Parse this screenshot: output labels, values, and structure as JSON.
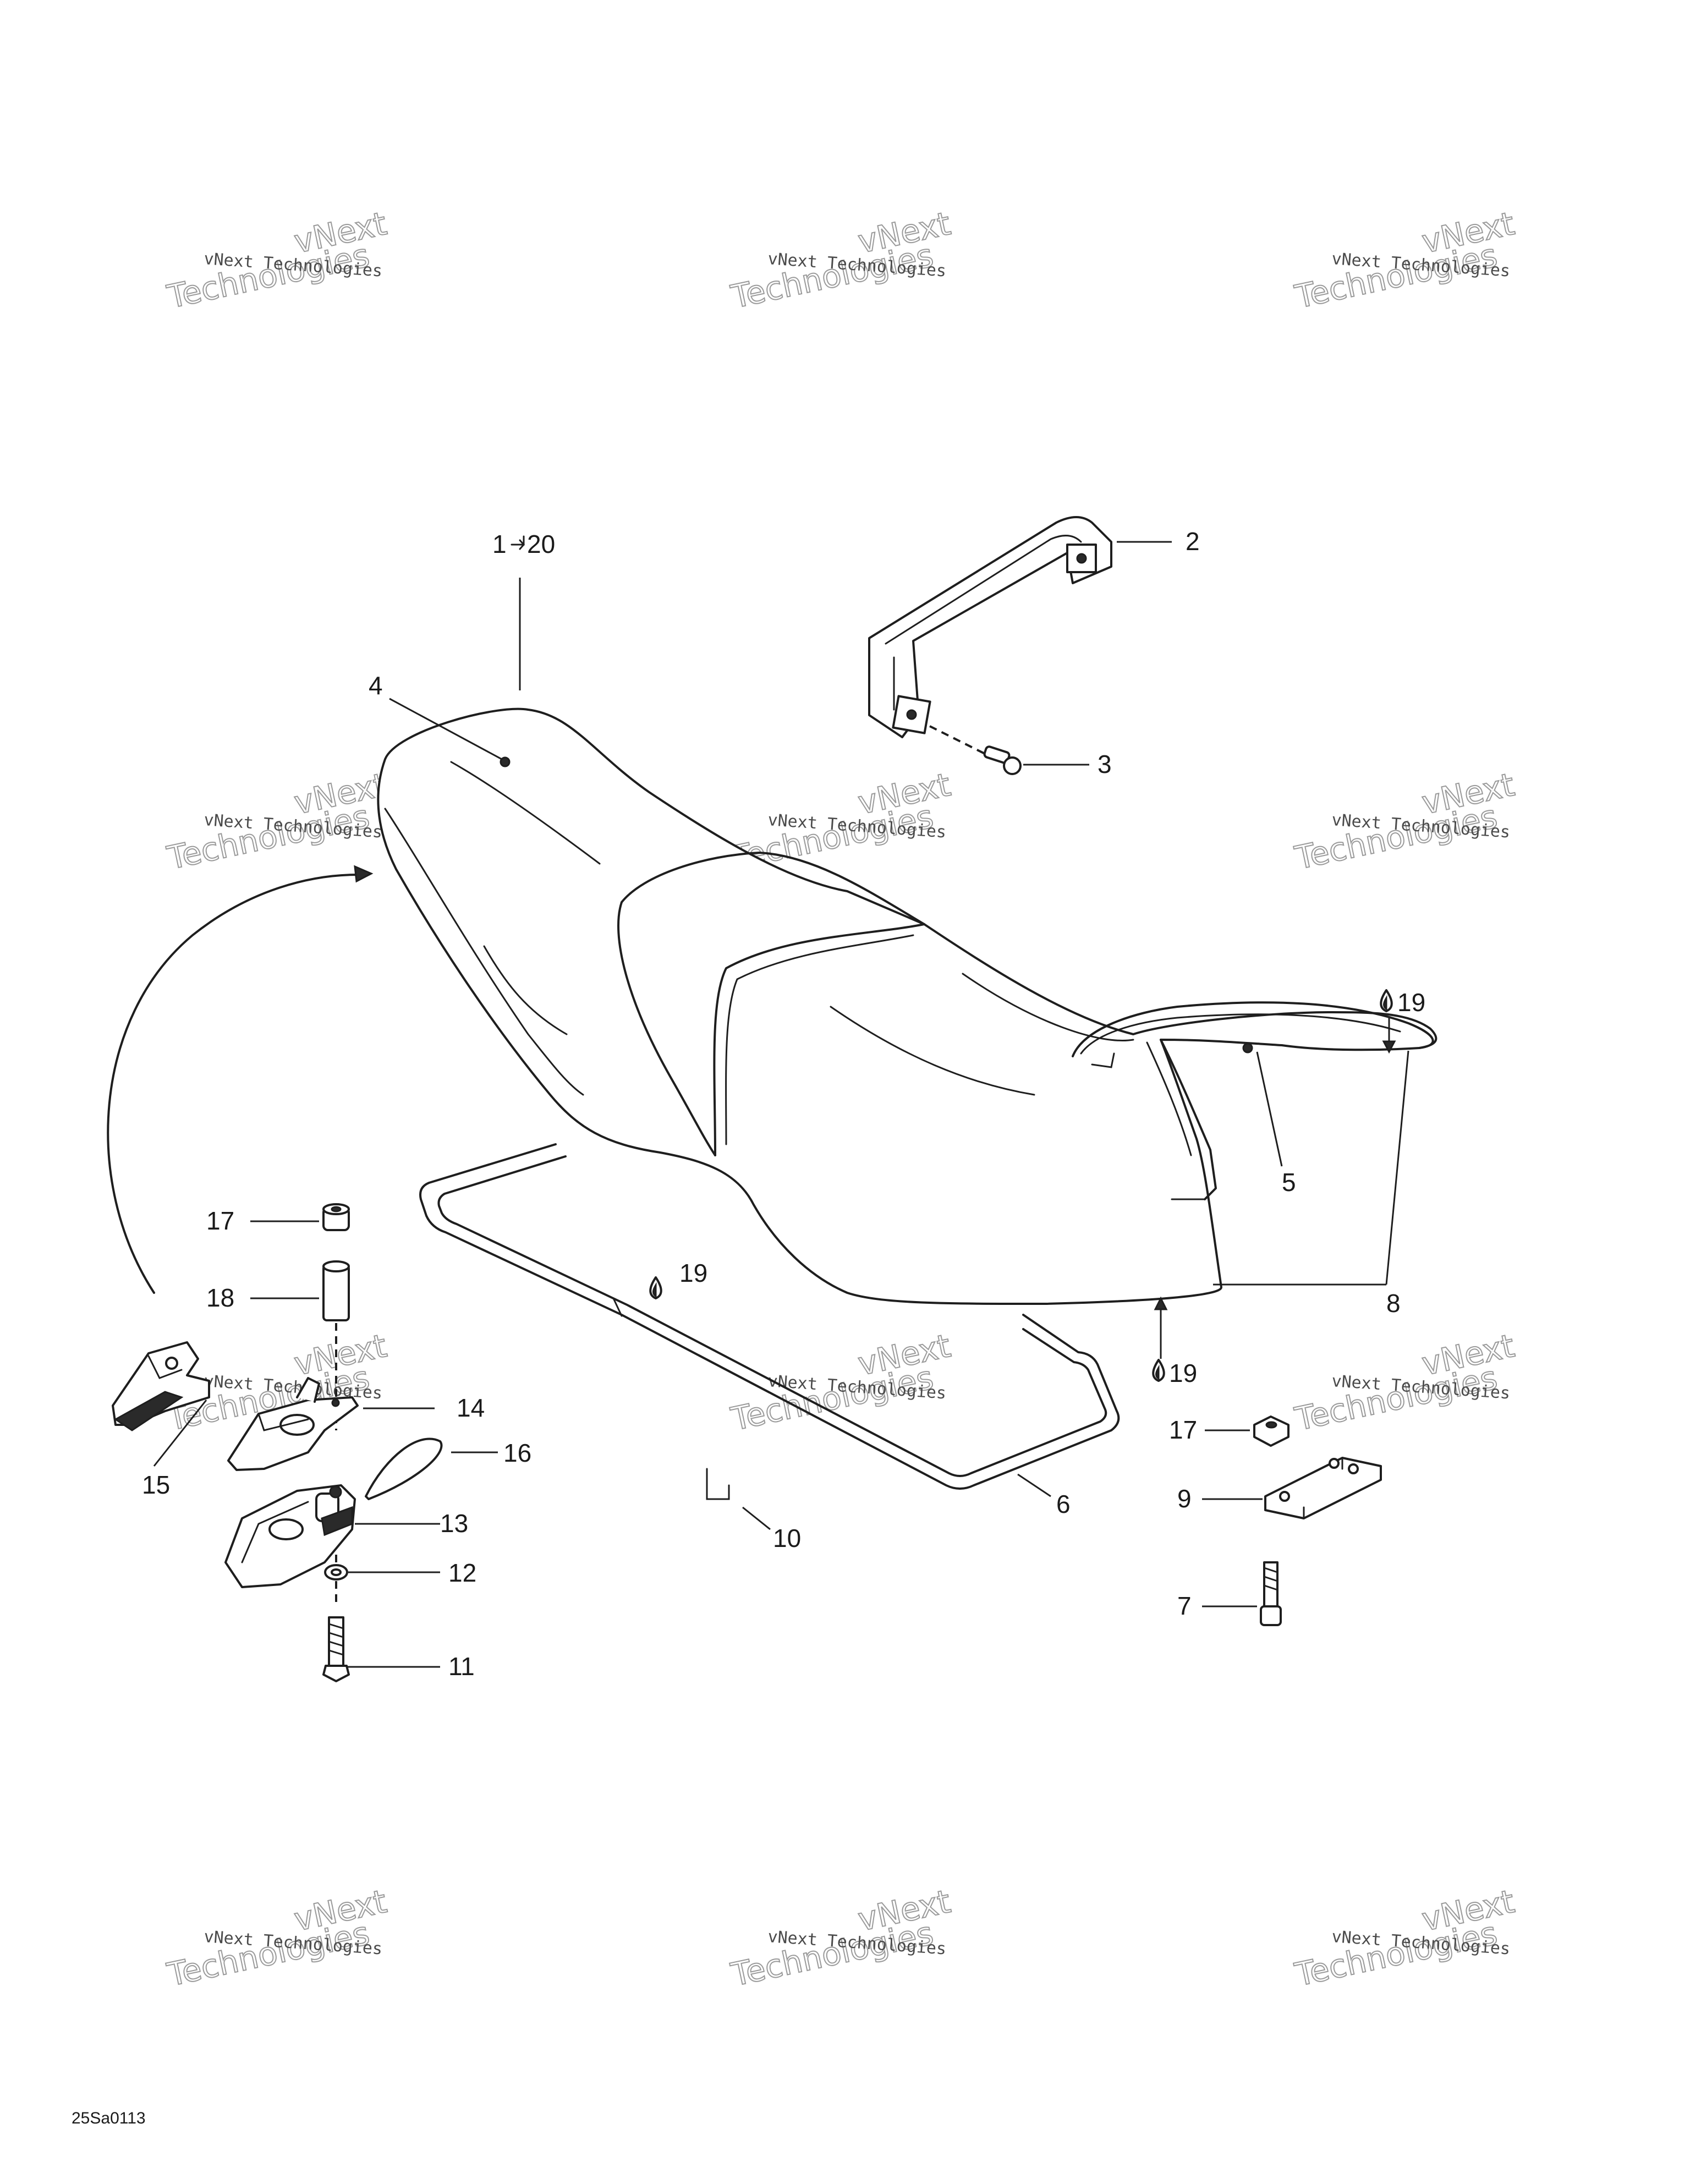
{
  "callouts": {
    "c1": "1",
    "c1_ref": "20",
    "c2": "2",
    "c3": "3",
    "c4": "4",
    "c5": "5",
    "c6": "6",
    "c7": "7",
    "c8": "8",
    "c9": "9",
    "c10": "10",
    "c11": "11",
    "c12": "12",
    "c13": "13",
    "c14": "14",
    "c15": "15",
    "c16": "16",
    "c17a": "17",
    "c17b": "17",
    "c18": "18",
    "c19a": "19",
    "c19b": "19",
    "c19c": "19"
  },
  "watermark": {
    "brand": "vNext",
    "line": "vNext Technologies",
    "word": "Technologies"
  },
  "drawing_id": "25Sa0113",
  "icons": {
    "arrow": "right-arrow-icon",
    "drop": "adhesive-drop-icon"
  }
}
